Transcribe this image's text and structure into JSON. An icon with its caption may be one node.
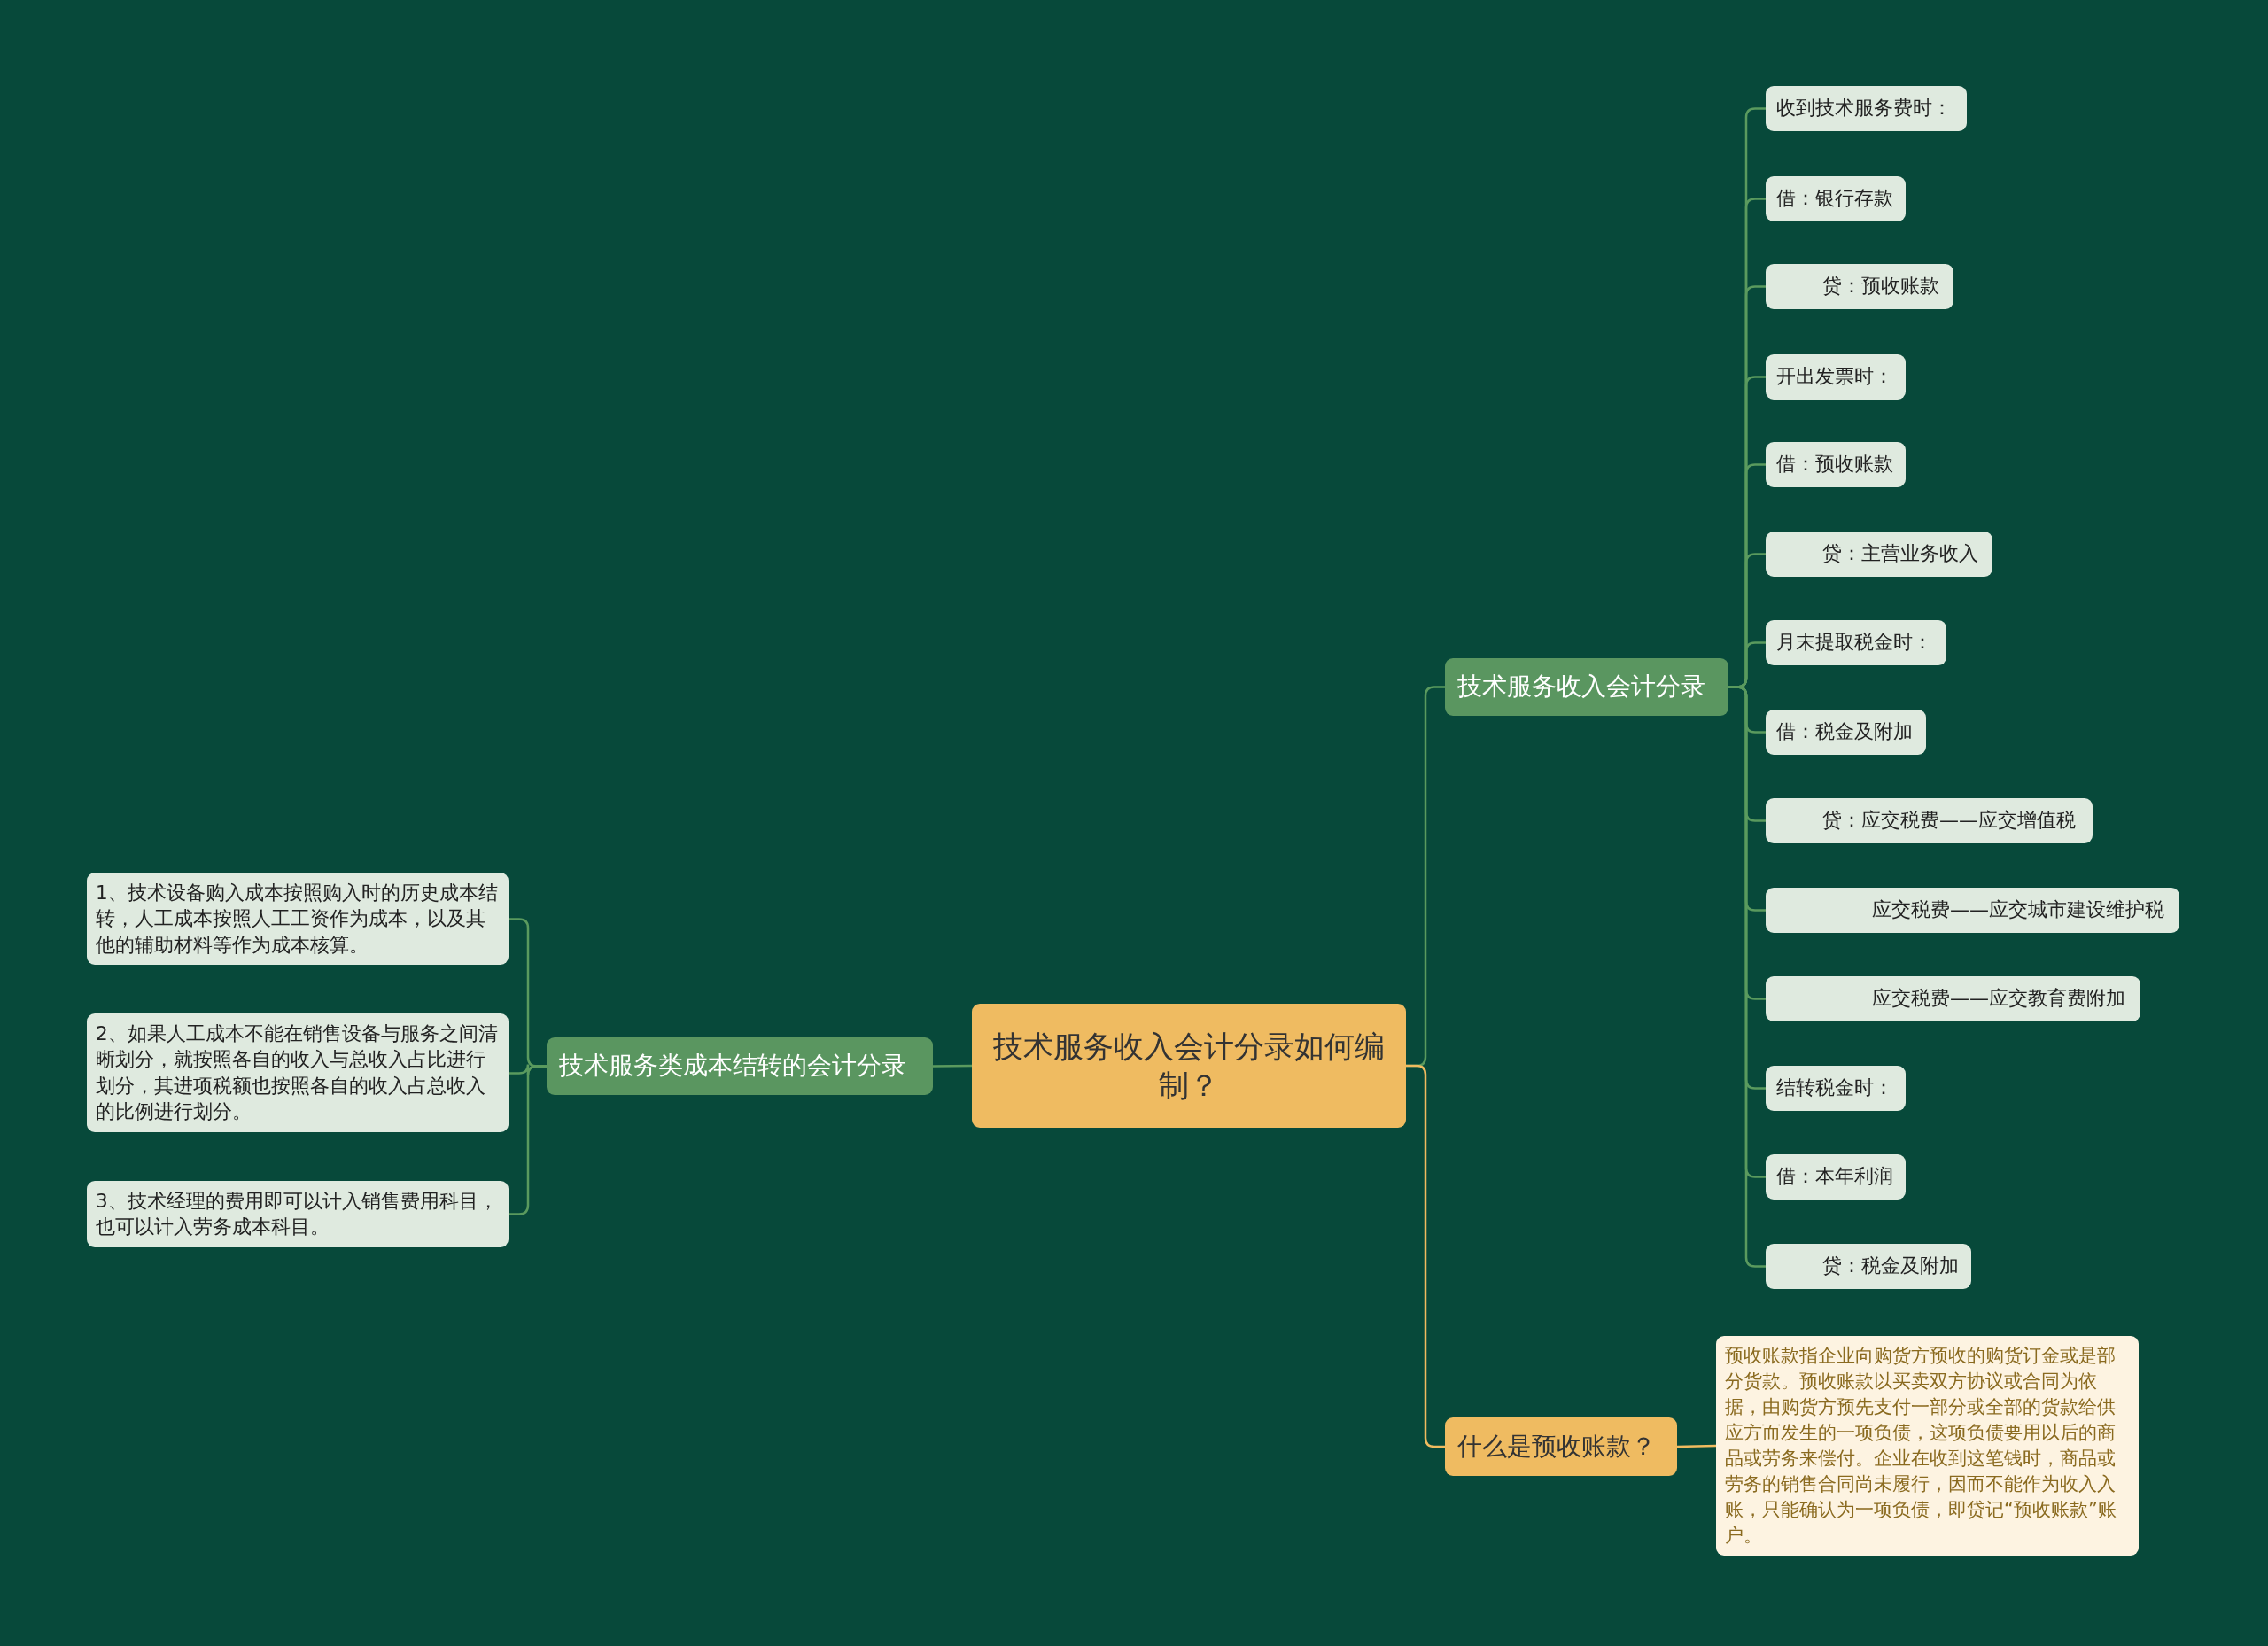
{
  "diagram": {
    "nodes": [
      {
        "text": [
          "技术服务收入会计分录如何编制？"
        ]
      },
      {
        "text": [
          "技术服务收入会计分录"
        ]
      },
      {
        "text": [
          "收到技术服务费时："
        ]
      },
      {
        "text": [
          "借：银行存款"
        ]
      },
      {
        "text": [
          "贷：预收账款"
        ]
      },
      {
        "text": [
          "开出发票时："
        ]
      },
      {
        "text": [
          "借：预收账款"
        ]
      },
      {
        "text": [
          "贷：主营业务收入"
        ]
      },
      {
        "text": [
          "月末提取税金时："
        ]
      },
      {
        "text": [
          "借：税金及附加"
        ]
      },
      {
        "text": [
          "贷：应交税费——应交增值税"
        ]
      },
      {
        "text": [
          "应交税费——应交城市建设维护税"
        ]
      },
      {
        "text": [
          "应交税费——应交教育费附加"
        ]
      },
      {
        "text": [
          "结转税金时："
        ]
      },
      {
        "text": [
          "借：本年利润"
        ]
      },
      {
        "text": [
          "贷：税金及附加"
        ]
      },
      {
        "text": [
          "什么是预收账款？"
        ]
      },
      {
        "text": [
          "预收账款指企业向购货方预收的购货订金或是部分货款。预收账款以买卖双方协议或合同为依据，由购货方预先支付一部分或全部的货款给供应方而发生的一项负债，这项负债要用以后的商品或劳务来偿付。企业在收到这笔钱时，商品或劳务的销售合同尚未履行，因而不能作为收入入账，只能确认为一项负债，即贷记“预收账款”账户。"
        ]
      },
      {
        "text": [
          "技术服务类成本结转的会计分录"
        ]
      },
      {
        "text": [
          "1、技术设备购入成本按照购入时的历史成本结转，人工成本按照人工工资作为成本，以及其他的辅助材料等作为成本核算。"
        ]
      },
      {
        "text": [
          "2、如果人工成本不能在销售设备与服务之间清晰划分，就按照各自的收入与总收入占比进行划分，其进项税额也按照各自的收入占总收入的比例进行划分。"
        ]
      },
      {
        "text": [
          "3、技术经理的费用即可以计入销售费用科目，也可以计入劳务成本科目。"
        ]
      }
    ],
    "edges": [
      {
        "from": 0,
        "to": 1,
        "arrow": "none"
      },
      {
        "from": 1,
        "to": 2,
        "arrow": "none"
      },
      {
        "from": 1,
        "to": 3,
        "arrow": "none"
      },
      {
        "from": 1,
        "to": 4,
        "arrow": "none"
      },
      {
        "from": 1,
        "to": 5,
        "arrow": "none"
      },
      {
        "from": 1,
        "to": 6,
        "arrow": "none"
      },
      {
        "from": 1,
        "to": 7,
        "arrow": "none"
      },
      {
        "from": 1,
        "to": 8,
        "arrow": "none"
      },
      {
        "from": 1,
        "to": 9,
        "arrow": "none"
      },
      {
        "from": 1,
        "to": 10,
        "arrow": "none"
      },
      {
        "from": 1,
        "to": 11,
        "arrow": "none"
      },
      {
        "from": 1,
        "to": 12,
        "arrow": "none"
      },
      {
        "from": 1,
        "to": 13,
        "arrow": "none"
      },
      {
        "from": 1,
        "to": 14,
        "arrow": "none"
      },
      {
        "from": 1,
        "to": 15,
        "arrow": "none"
      },
      {
        "from": 0,
        "to": 16,
        "arrow": "none",
        "color": "#f0bb5f"
      },
      {
        "from": 16,
        "to": 17,
        "arrow": "none",
        "color": "#f0bb5f"
      },
      {
        "from": 0,
        "to": 18,
        "arrow": "none"
      },
      {
        "from": 18,
        "to": 19,
        "arrow": "none"
      },
      {
        "from": 18,
        "to": 20,
        "arrow": "none"
      },
      {
        "from": 18,
        "to": 21,
        "arrow": "none"
      }
    ]
  }
}
